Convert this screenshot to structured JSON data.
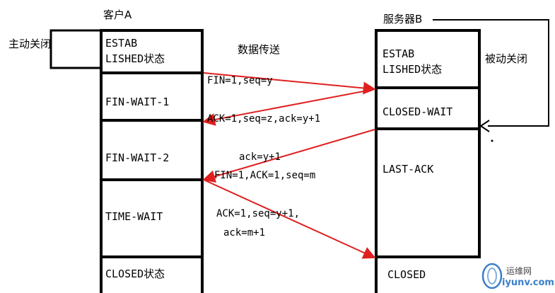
{
  "labels": {
    "client": "客户A",
    "server": "服务器B",
    "active_close": "主动关闭",
    "passive_close": "被动关闭",
    "data_transfer": "数据传送"
  },
  "client_states": [
    {
      "line1": "ESTAB",
      "line2": "LISHED状态"
    },
    {
      "line1": "FIN-WAIT-1"
    },
    {
      "line1": "FIN-WAIT-2"
    },
    {
      "line1": "TIME-WAIT"
    },
    {
      "line1": "CLOSED状态"
    }
  ],
  "server_states": [
    {
      "line1": "ESTAB",
      "line2": "LISHED状态"
    },
    {
      "line1": "CLOSED-WAIT"
    },
    {
      "line1": "LAST-ACK"
    },
    {
      "line1": "CLOSED"
    }
  ],
  "messages": [
    {
      "text": "FIN=1,seq=y",
      "direction": "A→B"
    },
    {
      "text": "ACK=1,seq=z,ack=y+1",
      "direction": "B→A"
    },
    {
      "text": "ack=y+1",
      "direction": "B→A"
    },
    {
      "text": "FIN=1,ACK=1,seq=m",
      "direction": "B→A"
    },
    {
      "text": "ACK=1,seq=y+1,",
      "direction": "A→B"
    },
    {
      "text": "ack=m+1",
      "direction": "A→B"
    }
  ],
  "watermark": {
    "brand": "运维网",
    "site": "iyunv.com"
  },
  "colors": {
    "arrow": "#e02020",
    "line": "#000000"
  }
}
